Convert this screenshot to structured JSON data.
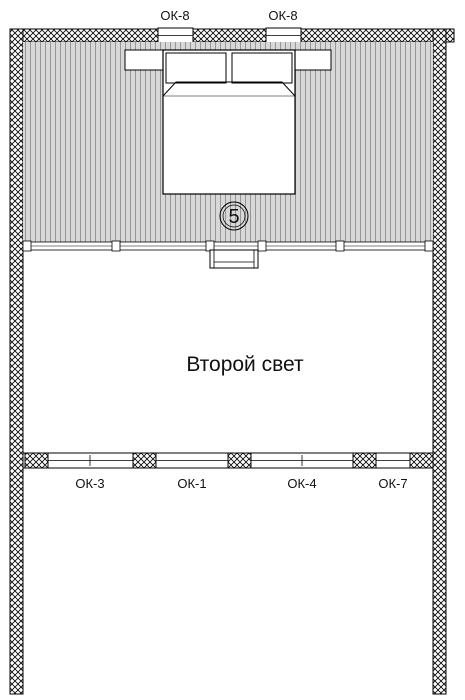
{
  "window_labels_top": [
    "ОК-8",
    "ОК-8"
  ],
  "window_labels_bottom": [
    "ОК-3",
    "ОК-1",
    "ОК-4",
    "ОК-7"
  ],
  "room_number": "5",
  "void_label": "Второй свет",
  "colors": {
    "line": "#000000",
    "floor_hatch": "#bdbdbd",
    "wall_fill": "#ffffff",
    "background": "#ffffff"
  }
}
